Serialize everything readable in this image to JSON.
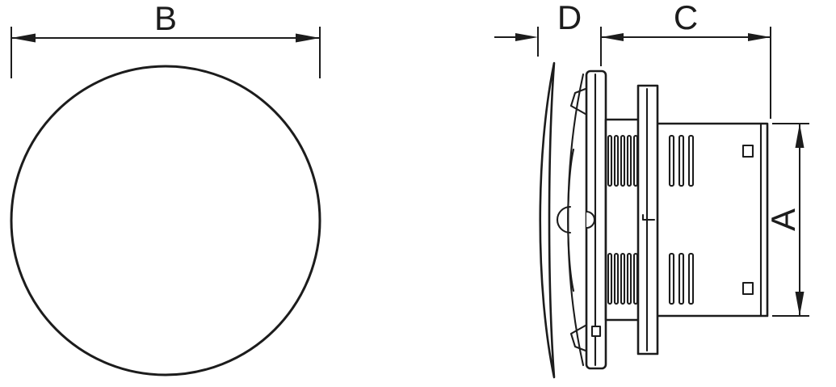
{
  "drawing": {
    "dimension_labels": {
      "b": "B",
      "d": "D",
      "c": "C",
      "a": "A"
    },
    "colors": {
      "line": "#1c1c1c",
      "background": "#ffffff"
    }
  }
}
